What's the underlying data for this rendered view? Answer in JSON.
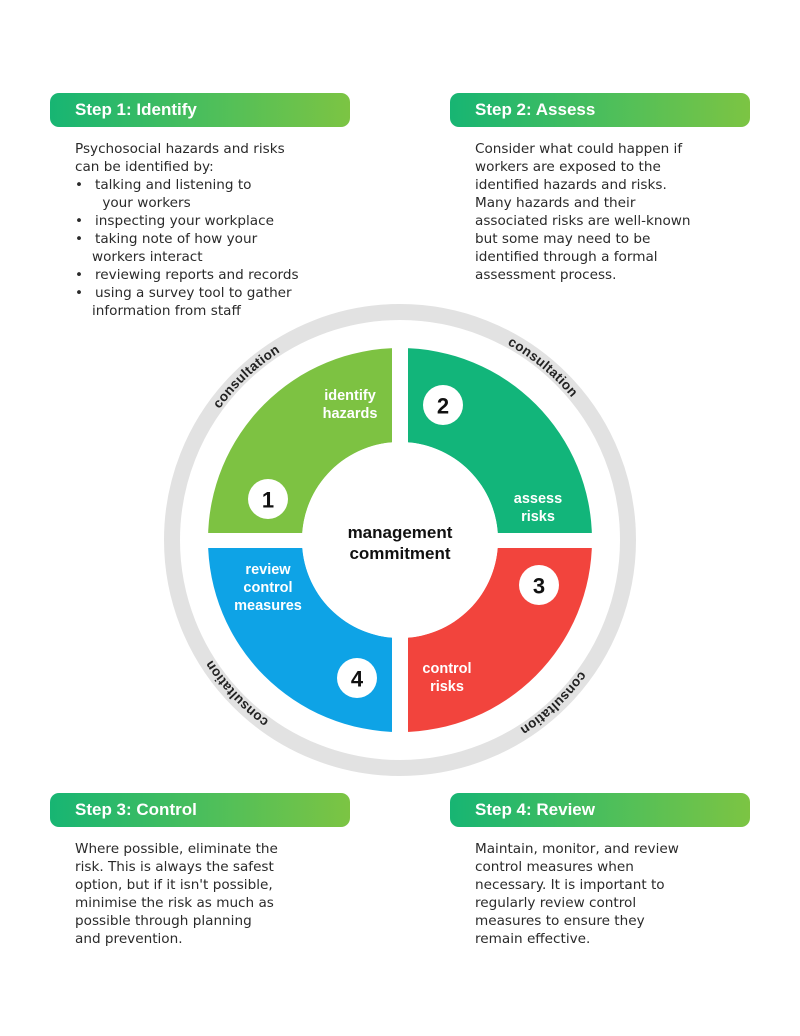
{
  "steps": [
    {
      "title": "Step 1: Identify",
      "intro": [
        "Psychosocial hazards and risks",
        "can be identified by:"
      ],
      "bullets": [
        [
          "talking and listening to",
          " your workers"
        ],
        [
          "inspecting your workplace"
        ],
        [
          "taking note of how your",
          "workers interact"
        ],
        [
          "reviewing reports and records"
        ],
        [
          "using a survey tool to gather",
          "information from staff"
        ]
      ]
    },
    {
      "title": "Step 2: Assess",
      "lines": [
        "Consider what could happen if",
        "workers are exposed to the",
        "identified hazards and risks.",
        "Many hazards and their",
        "associated risks are well-known",
        "but some may need to be",
        "identified through a formal",
        "assessment process."
      ]
    },
    {
      "title": "Step 3: Control",
      "lines": [
        "Where possible, eliminate the",
        "risk. This is always the safest",
        "option, but if it isn't possible,",
        "minimise the risk as much as",
        "possible through planning",
        "and prevention."
      ]
    },
    {
      "title": "Step 4: Review",
      "lines": [
        "Maintain, monitor, and review",
        "control measures when",
        "necessary. It is important to",
        "regularly review control",
        "measures to ensure they",
        "remain effective."
      ]
    }
  ],
  "diagram": {
    "center": [
      "management",
      "commitment"
    ],
    "ring_label": "consultation",
    "quadrants": [
      {
        "number": "1",
        "label": [
          "identify",
          "hazards"
        ],
        "color": "#7dc242"
      },
      {
        "number": "2",
        "label": [
          "assess",
          "risks"
        ],
        "color": "#12b57a"
      },
      {
        "number": "3",
        "label": [
          "control",
          "risks"
        ],
        "color": "#f2443d"
      },
      {
        "number": "4",
        "label": [
          "review",
          "control",
          "measures"
        ],
        "color": "#0ea3e6"
      }
    ],
    "ring_color": "#e2e2e2"
  }
}
